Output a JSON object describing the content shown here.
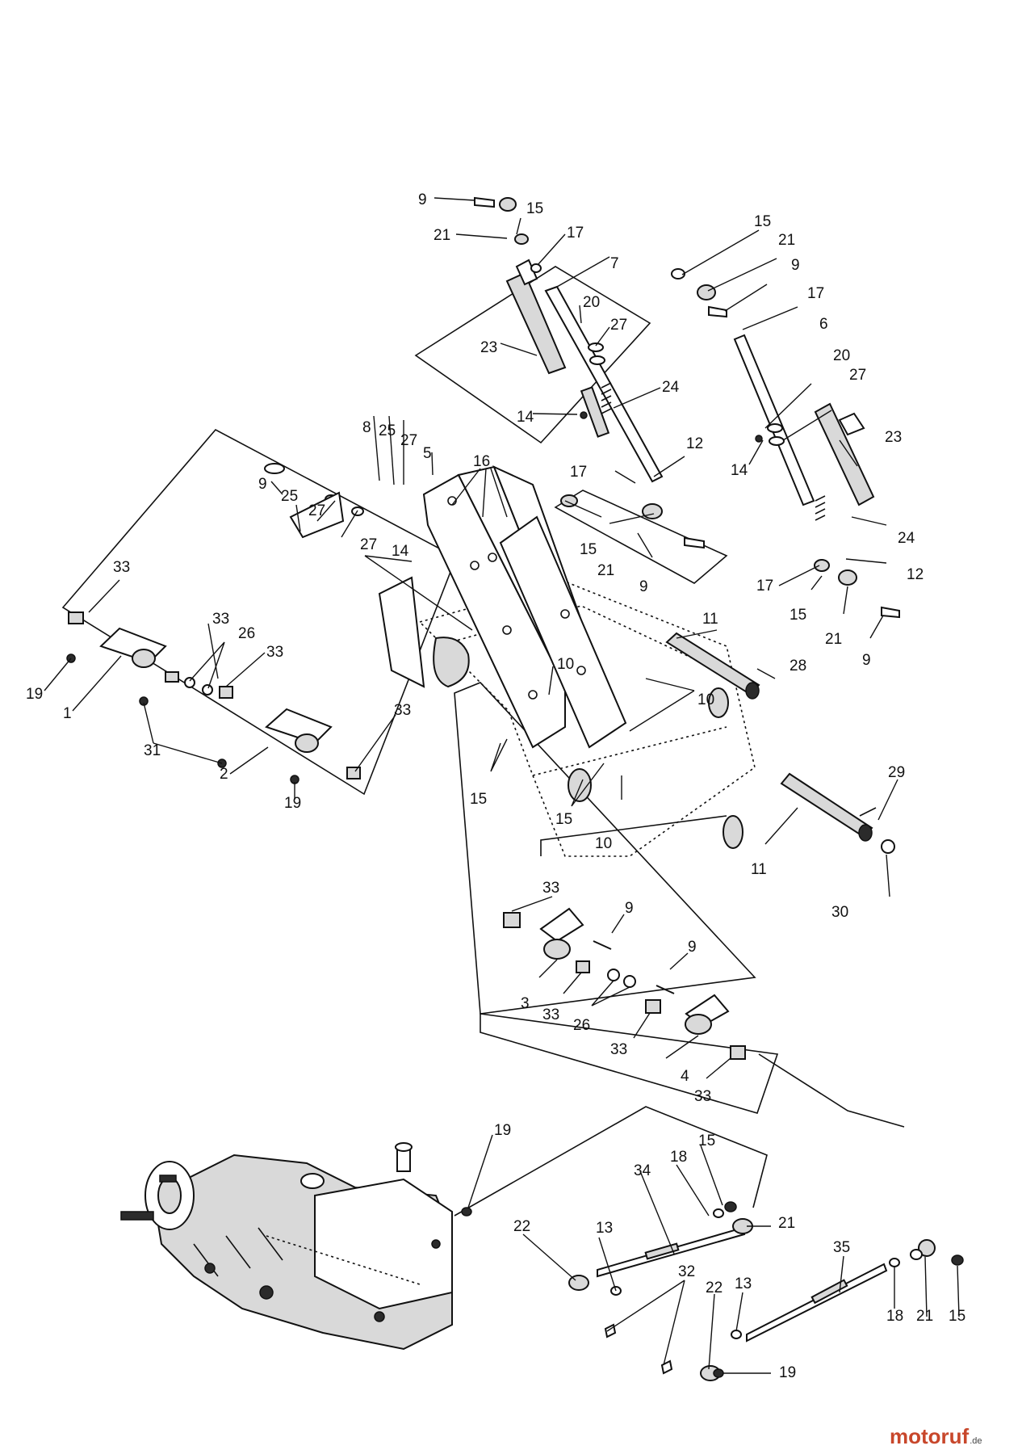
{
  "callouts": [
    "9",
    "15",
    "21",
    "17",
    "7",
    "20",
    "27",
    "23",
    "24",
    "14",
    "12",
    "17",
    "21",
    "9",
    "15",
    "15",
    "21",
    "9",
    "17",
    "6",
    "20",
    "27",
    "14",
    "23",
    "24",
    "12",
    "17",
    "15",
    "21",
    "9",
    "8",
    "25",
    "27",
    "5",
    "16",
    "9",
    "25",
    "27",
    "27",
    "14",
    "33",
    "33",
    "26",
    "33",
    "19",
    "1",
    "31",
    "2",
    "19",
    "33",
    "11",
    "28",
    "10",
    "10",
    "15",
    "15",
    "10",
    "11",
    "29",
    "30",
    "33",
    "9",
    "3",
    "33",
    "26",
    "9",
    "33",
    "4",
    "33",
    "19",
    "15",
    "18",
    "34",
    "21",
    "13",
    "22",
    "32",
    "22",
    "13",
    "19",
    "35",
    "18",
    "21",
    "15"
  ],
  "watermark": {
    "brand": "motoruf",
    "domain": ".de"
  }
}
